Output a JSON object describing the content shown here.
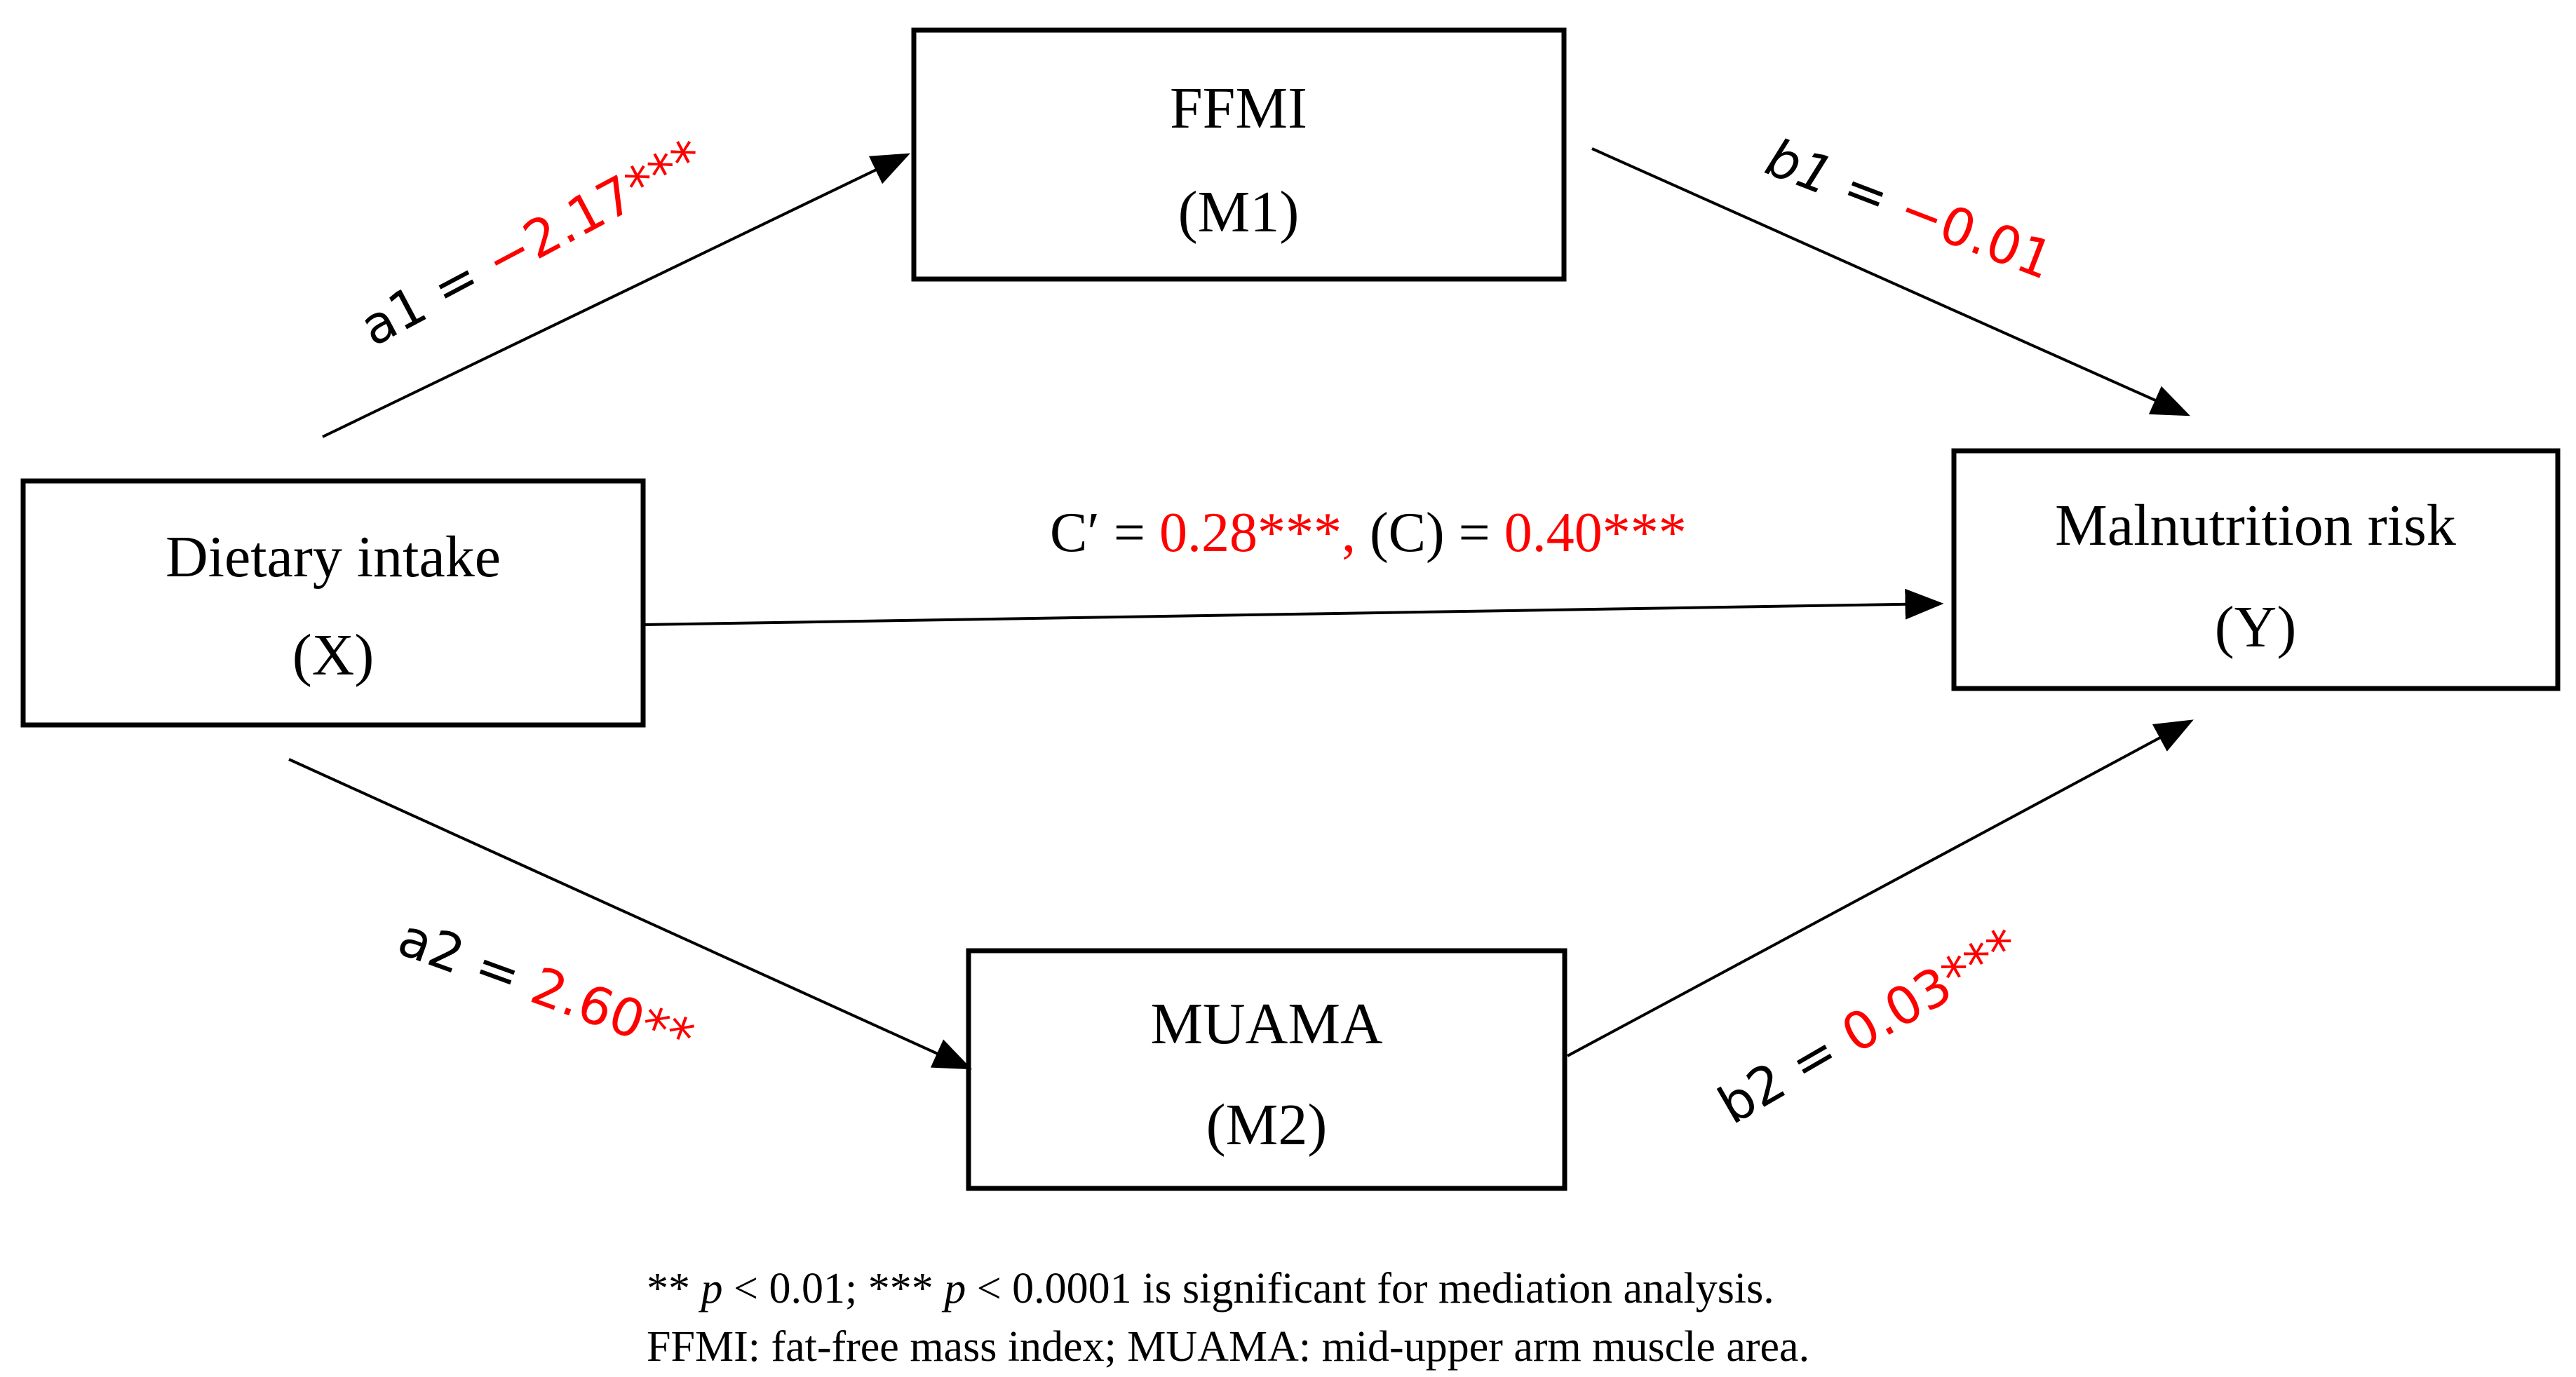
{
  "nodes": {
    "x": {
      "name": "Dietary intake",
      "tag": "(X)"
    },
    "m1": {
      "name": "FFMI",
      "tag": "(M1)"
    },
    "m2": {
      "name": "MUAMA",
      "tag": "(M2)"
    },
    "y": {
      "name": "Malnutrition risk",
      "tag": "(Y)"
    }
  },
  "paths": {
    "a1": {
      "label": "a1 = ",
      "value": "−2.17***"
    },
    "b1": {
      "label": "b1 = ",
      "value": "−0.01"
    },
    "a2": {
      "label": "a2 = ",
      "value": "2.60**"
    },
    "b2": {
      "label": "b2 = ",
      "value": "0.03***"
    },
    "direct": {
      "c_prime_label": "C′ = ",
      "c_prime_value": "0.28***,",
      "c_total_label": " (C) = ",
      "c_total_value": "0.40***"
    }
  },
  "footnote": {
    "line1_a": "** ",
    "line1_p1": "p",
    "line1_b": " < 0.01; *** ",
    "line1_p2": "p",
    "line1_c": " < 0.0001 is significant for mediation analysis.",
    "line2": "FFMI: fat-free mass index; MUAMA: mid-upper arm muscle area."
  },
  "colors": {
    "significant": "#ff0000",
    "lines": "#000000"
  }
}
